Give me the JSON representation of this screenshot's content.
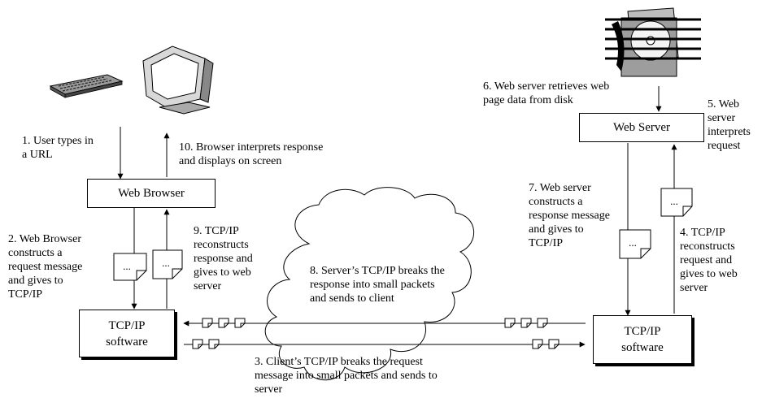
{
  "nodes": {
    "web_browser": "Web Browser",
    "tcpip_client": "TCP/IP\nsoftware",
    "web_server": "Web Server",
    "tcpip_server": "TCP/IP\nsoftware"
  },
  "steps": {
    "s1": "1. User types in\na URL",
    "s2": "2. Web Browser\nconstructs a\nrequest message\nand gives to\nTCP/IP",
    "s3": "3. Client’s TCP/IP breaks the request\nmessage into small  packets and sends to\nserver",
    "s4": "4. TCP/IP\nreconstructs\nrequest and\ngives to web\nserver",
    "s5": "5. Web\nserver\ninterprets\nrequest",
    "s6": "6. Web server retrieves web\npage data from disk",
    "s7": "7. Web server\nconstructs a\nresponse message\nand gives to\nTCP/IP",
    "s8": "8. Server’s TCP/IP breaks the\nresponse into small  packets\nand sends to client",
    "s9": "9. TCP/IP\nreconstructs\nresponse and\ngives to web\nserver",
    "s10": "10. Browser interprets response\nand displays on screen"
  },
  "doc_icon_text": "...",
  "icons": [
    "keyboard-icon",
    "monitor-icon",
    "disk-icon",
    "cloud-icon",
    "document-icon",
    "packet-icon"
  ]
}
